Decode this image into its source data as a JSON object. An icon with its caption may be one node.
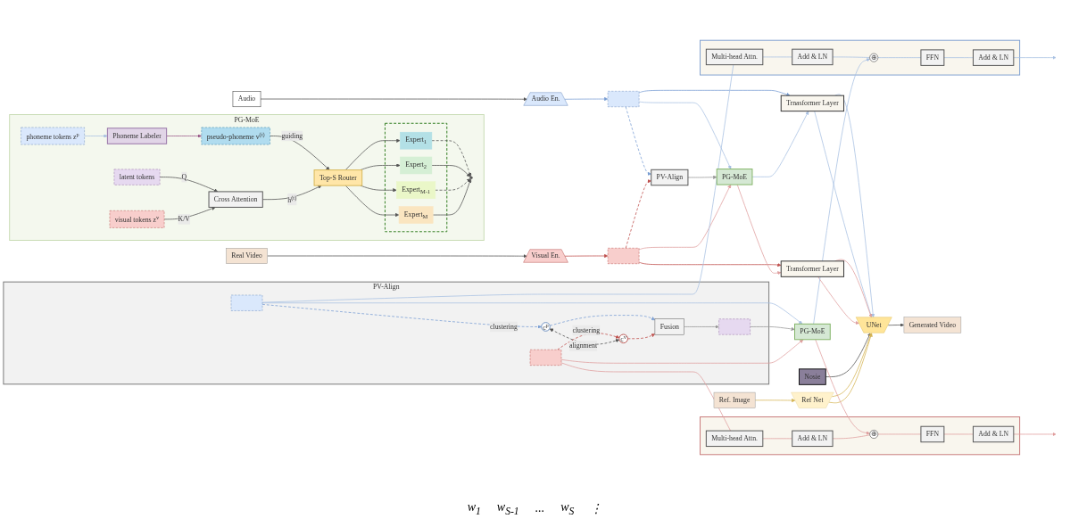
{
  "diagram": {
    "nodes": [
      {
        "text": [
          "Audio"
        ]
      },
      {
        "text": [
          "Audio En."
        ]
      },
      {
        "text": [],
        "shape": "box"
      },
      {
        "text": [
          "Trnasformer Layer"
        ]
      },
      {
        "text": [
          "PV-Align"
        ]
      },
      {
        "text": [
          "PG-MoE"
        ]
      },
      {
        "text": [
          "Real Video"
        ]
      },
      {
        "text": [
          "Visual En."
        ]
      },
      {
        "text": [],
        "shape": "box"
      },
      {
        "text": [
          "Transformer Layer"
        ]
      },
      {
        "text": [
          "Nosie"
        ]
      },
      {
        "text": [
          "Ref. Image"
        ]
      },
      {
        "text": [
          "UNet"
        ]
      },
      {
        "text": [
          "Ref Net"
        ]
      },
      {
        "text": [
          "Generated Video"
        ]
      },
      {
        "text": [
          "PG-MoE"
        ]
      },
      {
        "text": [
          "phoneme tokens z$^{p}$"
        ],
        "in": 15
      },
      {
        "text": [
          "Phoneme Labeler"
        ],
        "in": 15
      },
      {
        "text": [
          "pseudo-phoneme v$^{(t)}$"
        ],
        "in": 15
      },
      {
        "text": [
          "latent tokens"
        ],
        "in": 15
      },
      {
        "text": [
          "visual tokens z$^{v}$"
        ],
        "in": 15
      },
      {
        "text": [
          "Cross Attention"
        ],
        "in": 15
      },
      {
        "text": [
          "Top-S Router"
        ],
        "in": 15
      },
      {
        "text": [],
        "shape": "box",
        "in": 15
      },
      {
        "text": [
          "Expert$_{1}$"
        ],
        "in": 23
      },
      {
        "text": [
          "Expert$_{2}$"
        ],
        "in": 23
      },
      {
        "text": [
          "Expert$_{M-1}$"
        ],
        "in": 23
      },
      {
        "text": [
          "Expert$_{M}$"
        ],
        "in": 23
      },
      {
        "text": [],
        "shape": "point",
        "in": 15
      },
      {
        "text": [],
        "shape": "box"
      },
      {
        "text": [
          "Add & LN"
        ],
        "in": 29
      },
      {
        "text": [
          "FFN"
        ],
        "in": 29
      },
      {
        "text": [
          "⊕"
        ],
        "in": 29
      },
      {
        "text": [
          "Add & LN"
        ],
        "in": 29
      },
      {
        "text": [
          "Multi-head Attn."
        ],
        "in": 29
      },
      {
        "text": [
          "PG-MoE"
        ]
      },
      {
        "text": [],
        "shape": "box"
      },
      {
        "text": [
          "Add & LN"
        ],
        "in": 36
      },
      {
        "text": [
          "FFN"
        ],
        "in": 36
      },
      {
        "text": [
          "⊕"
        ],
        "in": 36
      },
      {
        "text": [
          "Add & LN"
        ],
        "in": 36
      },
      {
        "text": [
          "Multi-head Attn."
        ],
        "in": 36
      },
      {
        "text": [
          "PV-Align"
        ]
      },
      {
        "text": [],
        "shape": "box",
        "in": 42
      },
      {
        "text": [],
        "shape": "box",
        "in": 42
      },
      {
        "text": [],
        "shape": "box",
        "in": 42
      },
      {
        "text": [
          "Fusion"
        ],
        "in": 42
      },
      {
        "text": [
          "c$^{p}$"
        ],
        "in": 42
      },
      {
        "text": [
          "c$^{v}$"
        ],
        "in": 42
      }
    ],
    "edges": [
      {
        "from": 0,
        "to": 1,
        "arrow": "to"
      },
      {
        "from": 1,
        "to": 2,
        "arrow": "to",
        "color": "#7a9fd4"
      },
      {
        "from": 2,
        "to": 3,
        "arrow": "to",
        "color": "#7a9fd4"
      },
      {
        "from": 2,
        "to": 5,
        "arrow": "to",
        "color": "#a9c1e3"
      },
      {
        "from": 2,
        "to": 4,
        "arrow": "to",
        "style": "dashed",
        "color": "#7a9fd4"
      },
      {
        "from": 8,
        "to": 4,
        "arrow": "to",
        "style": "dashed",
        "color": "#c0504d"
      },
      {
        "from": 4,
        "to": 5,
        "arrow": "to",
        "color": "#999999"
      },
      {
        "from": 6,
        "to": 7,
        "arrow": "to"
      },
      {
        "from": 7,
        "to": 8,
        "arrow": "to",
        "color": "#c0504d"
      },
      {
        "from": 8,
        "to": 9,
        "arrow": "to",
        "color": "#c0504d"
      },
      {
        "from": 8,
        "to": 5,
        "arrow": "to",
        "color": "#e0a0a0"
      },
      {
        "from": 5,
        "to": 3,
        "arrow": "to",
        "color": "#a9c1e3"
      },
      {
        "from": 5,
        "to": 9,
        "arrow": "to",
        "color": "#e0a0a0"
      },
      {
        "from": 3,
        "to": 12,
        "arrow": "to",
        "color": "#a9c1e3"
      },
      {
        "from": 3,
        "to": 12,
        "arrow": "to",
        "color": "#a9c1e3"
      },
      {
        "from": 9,
        "to": 12,
        "arrow": "to",
        "color": "#e0a0a0"
      },
      {
        "from": 9,
        "to": 12,
        "arrow": "to",
        "color": "#e0a0a0"
      },
      {
        "from": 10,
        "to": 12,
        "arrow": "to"
      },
      {
        "from": 11,
        "to": 13,
        "arrow": "to",
        "color": "#d6b656"
      },
      {
        "from": 13,
        "to": 12,
        "arrow": "to",
        "color": "#d6b656"
      },
      {
        "from": 13,
        "to": 12,
        "arrow": "to",
        "color": "#d6b656"
      },
      {
        "from": 12,
        "to": 14,
        "arrow": "to"
      },
      {
        "from": 16,
        "to": 17,
        "arrow": "to",
        "color": "#a9c1e3"
      },
      {
        "from": 17,
        "to": 18,
        "arrow": "to",
        "color": "#9b5a8a"
      },
      {
        "from": 18,
        "to": 22,
        "label": "guiding",
        "arrow": "to"
      },
      {
        "from": 19,
        "to": 21,
        "label": "Q",
        "arrow": "to"
      },
      {
        "from": 20,
        "to": 21,
        "label": "K/V",
        "arrow": "to"
      },
      {
        "from": 21,
        "to": 22,
        "label": "h$^{(t)}$",
        "arrow": "to"
      },
      {
        "from": 22,
        "to": 24,
        "arrow": "to"
      },
      {
        "from": 22,
        "to": 25,
        "arrow": "to"
      },
      {
        "from": 22,
        "to": 26,
        "arrow": "to"
      },
      {
        "from": 22,
        "to": 27,
        "arrow": "to"
      },
      {
        "from": 24,
        "to": 28,
        "arrow": "to",
        "style": "dashed"
      },
      {
        "from": 25,
        "to": 28,
        "arrow": "to"
      },
      {
        "from": 26,
        "to": 28,
        "arrow": "to",
        "style": "dashed"
      },
      {
        "from": 27,
        "to": 28,
        "arrow": "to"
      },
      {
        "from": 43,
        "to": 34,
        "arrow": "none",
        "color": "#a9c1e3"
      },
      {
        "from": 34,
        "to": 33,
        "arrow": "none",
        "color": "#a9c1e3"
      },
      {
        "from": 33,
        "to": 32,
        "arrow": "none",
        "color": "#a9c1e3"
      },
      {
        "from": 32,
        "to": 31,
        "arrow": "none",
        "color": "#a9c1e3"
      },
      {
        "from": 31,
        "to": 30,
        "arrow": "none",
        "color": "#a9c1e3"
      },
      {
        "from": 30,
        "to": null,
        "arrow": "to",
        "color": "#a9c1e3"
      },
      {
        "from": 35,
        "to": 32,
        "arrow": "to",
        "color": "#a9c1e3"
      },
      {
        "from": 35,
        "to": 39,
        "arrow": "to",
        "color": "#e0a0a0"
      },
      {
        "from": 45,
        "to": 41,
        "arrow": "none",
        "color": "#e0a0a0"
      },
      {
        "from": 41,
        "to": 40,
        "arrow": "none",
        "color": "#e0a0a0"
      },
      {
        "from": 40,
        "to": 39,
        "arrow": "none",
        "color": "#e0a0a0"
      },
      {
        "from": 39,
        "to": 38,
        "arrow": "none",
        "color": "#e0a0a0"
      },
      {
        "from": 38,
        "to": 37,
        "arrow": "none",
        "color": "#e0a0a0"
      },
      {
        "from": 37,
        "to": null,
        "arrow": "to",
        "color": "#e0a0a0"
      },
      {
        "from": 43,
        "to": 35,
        "arrow": "to",
        "color": "#a9c1e3"
      },
      {
        "from": 44,
        "to": 35,
        "arrow": "to",
        "color": "#999999"
      },
      {
        "from": 45,
        "to": 35,
        "arrow": "to",
        "color": "#e0a0a0"
      },
      {
        "from": 43,
        "to": 47,
        "label": "clustering",
        "arrow": "to",
        "style": "dashed",
        "color": "#7a9fd4"
      },
      {
        "from": 45,
        "to": 48,
        "label": "clustering",
        "arrow": "to",
        "style": "dashed",
        "color": "#c0504d"
      },
      {
        "from": 47,
        "to": 46,
        "arrow": "to",
        "style": "dashed",
        "color": "#7a9fd4"
      },
      {
        "from": 48,
        "to": 46,
        "arrow": "to",
        "style": "dashed",
        "color": "#c0504d"
      },
      {
        "from": 46,
        "to": 44,
        "arrow": "to",
        "color": "#999999"
      },
      {
        "from": 47,
        "to": 48,
        "label": "alignment",
        "arrow": "both",
        "style": "dashed"
      }
    ],
    "labels": [
      "w$_{1}$",
      "w$_{S-1}$",
      "...",
      "w$_{S}$",
      "⋮"
    ]
  }
}
